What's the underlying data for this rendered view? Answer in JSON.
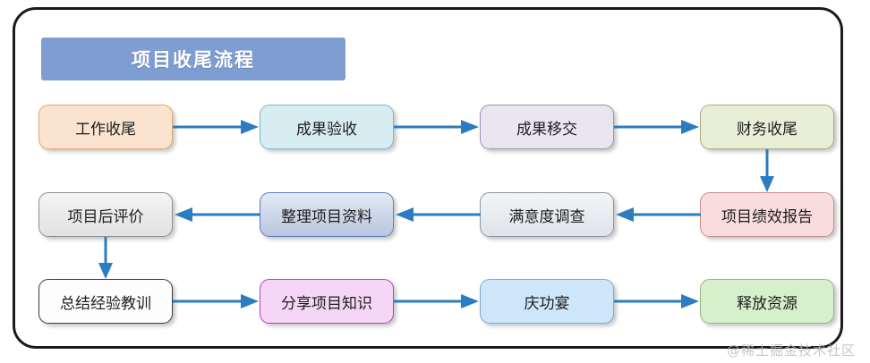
{
  "diagram": {
    "title": "项目收尾流程",
    "watermark": "@稀土掘金技术社区",
    "accent_arrow_color": "#2b7cc0",
    "title_banner_color": "#7d9dd3",
    "frame_border_color": "#1b1b1b",
    "nodes": [
      {
        "id": "n1",
        "label": "工作收尾",
        "row": 1,
        "col": 1,
        "fill": "#fbe4cf",
        "border": "#e0a86a"
      },
      {
        "id": "n2",
        "label": "成果验收",
        "row": 1,
        "col": 2,
        "fill": "#d8edf2",
        "border": "#7fb6c4"
      },
      {
        "id": "n3",
        "label": "成果移交",
        "row": 1,
        "col": 3,
        "fill": "#eae6f0",
        "border": "#9b90b5"
      },
      {
        "id": "n4",
        "label": "财务收尾",
        "row": 1,
        "col": 4,
        "fill": "#e9eed6",
        "border": "#a8ac7d"
      },
      {
        "id": "n5",
        "label": "项目后评价",
        "row": 2,
        "col": 1,
        "fill": "#ebebeb",
        "border": "#8f8f8f"
      },
      {
        "id": "n6",
        "label": "整理项目资料",
        "row": 2,
        "col": 2,
        "fill": "#c5d1e6",
        "border": "#5b7fbb"
      },
      {
        "id": "n7",
        "label": "满意度调查",
        "row": 2,
        "col": 3,
        "fill": "#e7ebef",
        "border": "#8b949e"
      },
      {
        "id": "n8",
        "label": "项目绩效报告",
        "row": 2,
        "col": 4,
        "fill": "#f9dcdc",
        "border": "#c98e8e"
      },
      {
        "id": "n9",
        "label": "总结经验教训",
        "row": 3,
        "col": 1,
        "fill": "#fdfdfd",
        "border": "#3c3c3c"
      },
      {
        "id": "n10",
        "label": "分享项目知识",
        "row": 3,
        "col": 2,
        "fill": "#f6d6f6",
        "border": "#b341c4"
      },
      {
        "id": "n11",
        "label": "庆功宴",
        "row": 3,
        "col": 3,
        "fill": "#cde6fa",
        "border": "#7fa9c9"
      },
      {
        "id": "n12",
        "label": "释放资源",
        "row": 3,
        "col": 4,
        "fill": "#d5f0cb",
        "border": "#93b882"
      }
    ],
    "edges": [
      {
        "from": "工作收尾",
        "to": "成果验收",
        "direction": "right"
      },
      {
        "from": "成果验收",
        "to": "成果移交",
        "direction": "right"
      },
      {
        "from": "成果移交",
        "to": "财务收尾",
        "direction": "right"
      },
      {
        "from": "财务收尾",
        "to": "项目绩效报告",
        "direction": "down"
      },
      {
        "from": "项目绩效报告",
        "to": "满意度调查",
        "direction": "left"
      },
      {
        "from": "满意度调查",
        "to": "整理项目资料",
        "direction": "left"
      },
      {
        "from": "整理项目资料",
        "to": "项目后评价",
        "direction": "left"
      },
      {
        "from": "项目后评价",
        "to": "总结经验教训",
        "direction": "down"
      },
      {
        "from": "总结经验教训",
        "to": "分享项目知识",
        "direction": "right"
      },
      {
        "from": "分享项目知识",
        "to": "庆功宴",
        "direction": "right"
      },
      {
        "from": "庆功宴",
        "to": "释放资源",
        "direction": "right"
      }
    ]
  }
}
